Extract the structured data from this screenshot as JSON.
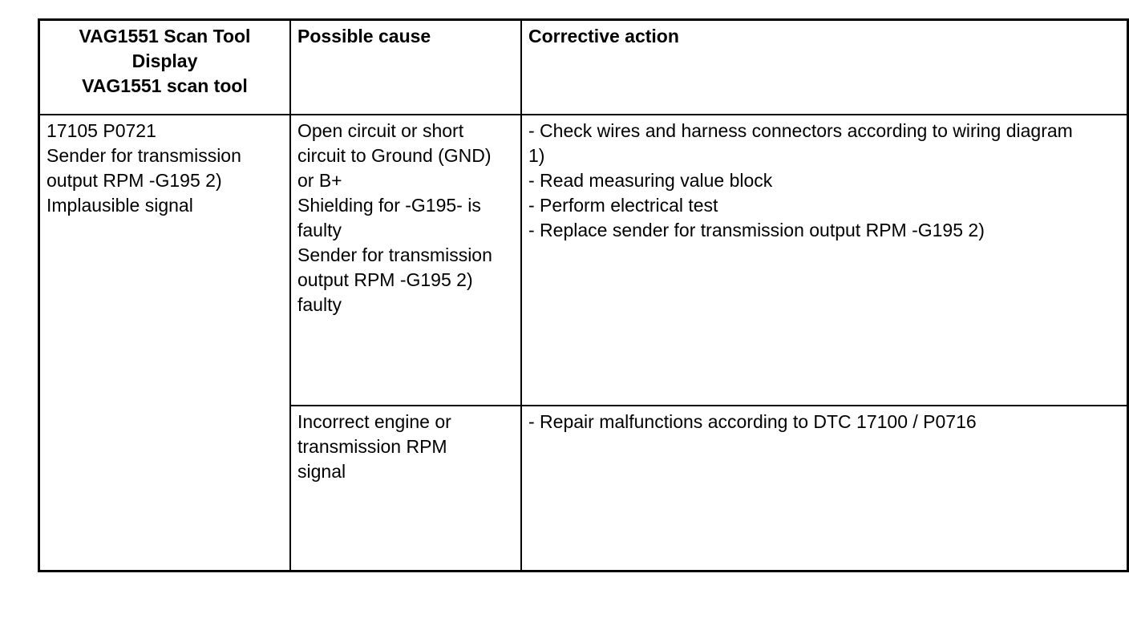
{
  "colors": {
    "background": "#ffffff",
    "text": "#000000",
    "border": "#000000"
  },
  "table": {
    "header": {
      "display_title_lines": [
        "VAG1551 Scan Tool",
        "Display"
      ],
      "display_subtitle": "VAG1551 scan tool",
      "cause_title": "Possible cause",
      "action_title": "Corrective action"
    },
    "entry": {
      "dtc_code": "17105 P0721",
      "component_lines": [
        "Sender for transmission",
        "output RPM -G195 2)"
      ],
      "condition": "Implausible signal",
      "fault_row": {
        "causes": [
          [
            "Open circuit or short",
            "circuit to Ground (GND)",
            "or B+"
          ],
          [
            "Shielding for -G195- is",
            "faulty"
          ],
          [
            "Sender for transmission",
            "output RPM -G195 2)",
            "faulty"
          ]
        ],
        "actions": [
          [
            "- Check wires and harness connectors according to wiring diagram",
            "1)"
          ],
          [
            "- Read measuring value block"
          ],
          [
            "- Perform electrical test"
          ],
          [
            "- Replace sender for transmission output RPM -G195 2)"
          ]
        ]
      },
      "signal_row": {
        "causes": [
          [
            "Incorrect engine or",
            "transmission RPM",
            "signal"
          ]
        ],
        "actions": [
          [
            "- Repair malfunctions according to DTC 17100 / P0716"
          ]
        ]
      }
    }
  }
}
